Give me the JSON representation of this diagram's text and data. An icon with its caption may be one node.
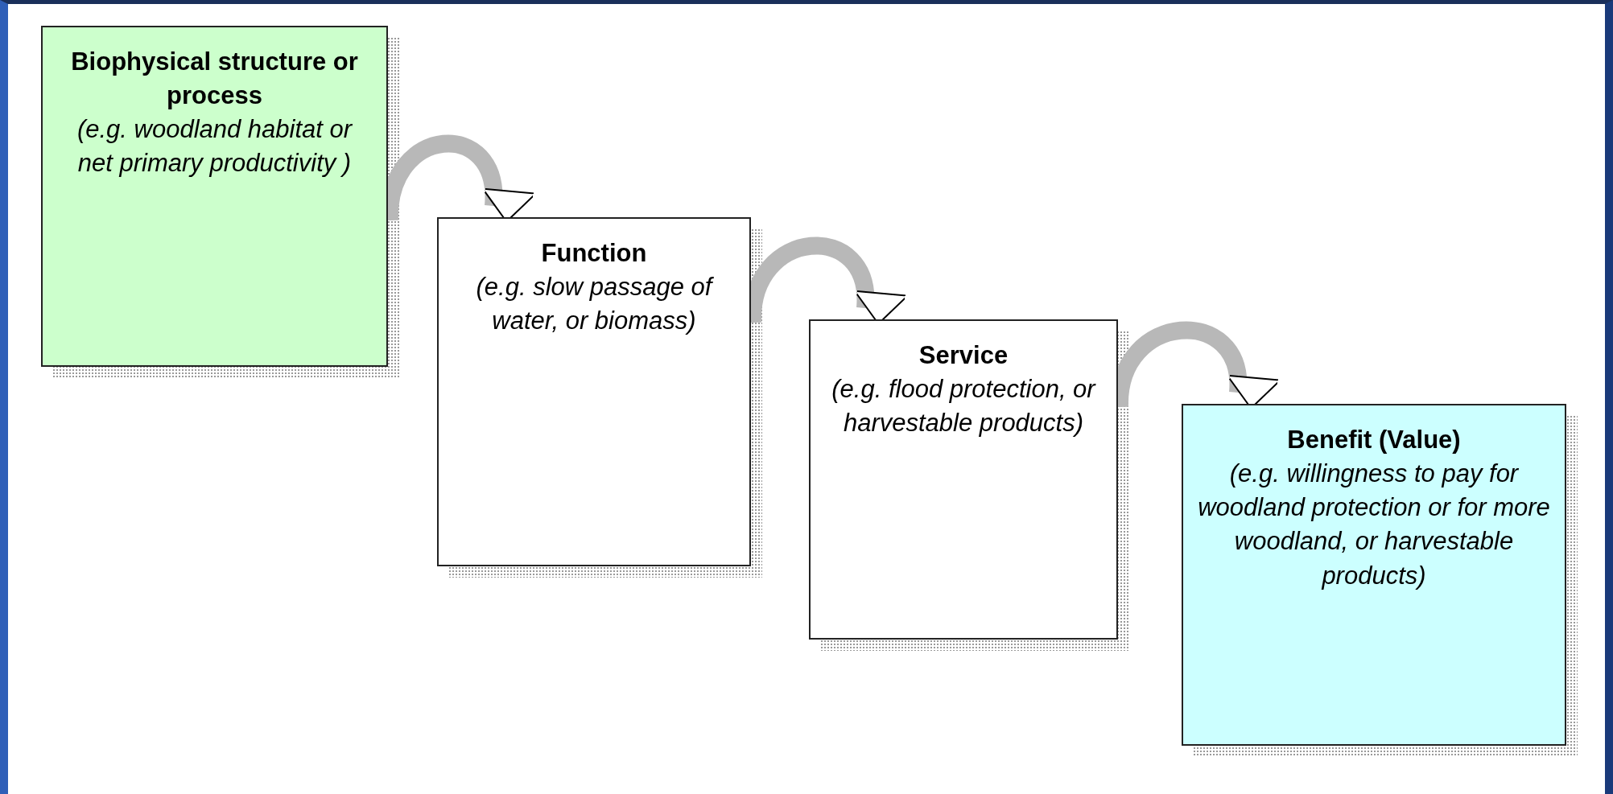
{
  "diagram": {
    "nodes": [
      {
        "text": [
          "Biophysical structure or process",
          "(e.g. woodland habitat or net primary productivity )"
        ]
      },
      {
        "text": [
          "Function",
          "(e.g. slow passage of water, or biomass)"
        ]
      },
      {
        "text": [
          "Service",
          "(e.g. flood protection, or harvestable products)"
        ]
      },
      {
        "text": [
          "Benefit (Value)",
          "(e.g. willingness to pay for woodland protection or for more woodland, or harvestable products)"
        ]
      }
    ],
    "edges": [
      {
        "from": 0,
        "to": 1,
        "arrow": "to"
      },
      {
        "from": 1,
        "to": 2,
        "arrow": "to"
      },
      {
        "from": 2,
        "to": 3,
        "arrow": "to"
      }
    ]
  }
}
